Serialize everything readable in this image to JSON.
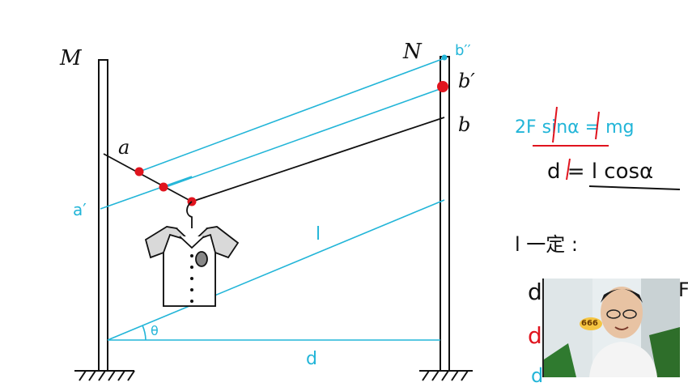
{
  "diagram": {
    "labels": {
      "M": "M",
      "N": "N",
      "a": "a",
      "b": "b",
      "b_prime": "b′",
      "b_double_prime": "b′′",
      "a_prime": "a′",
      "l": "l",
      "theta": "θ",
      "d": "d"
    }
  },
  "notes": {
    "equation1": "2F sinα = mg",
    "equation2": "d = l cosα",
    "line3": "l 一定 :",
    "partial_d": "d",
    "partial_F": "F"
  },
  "video": {
    "bubble": "666"
  },
  "colors": {
    "black_line": "#111111",
    "cyan": "#22b5d8",
    "red": "#e0141e"
  }
}
